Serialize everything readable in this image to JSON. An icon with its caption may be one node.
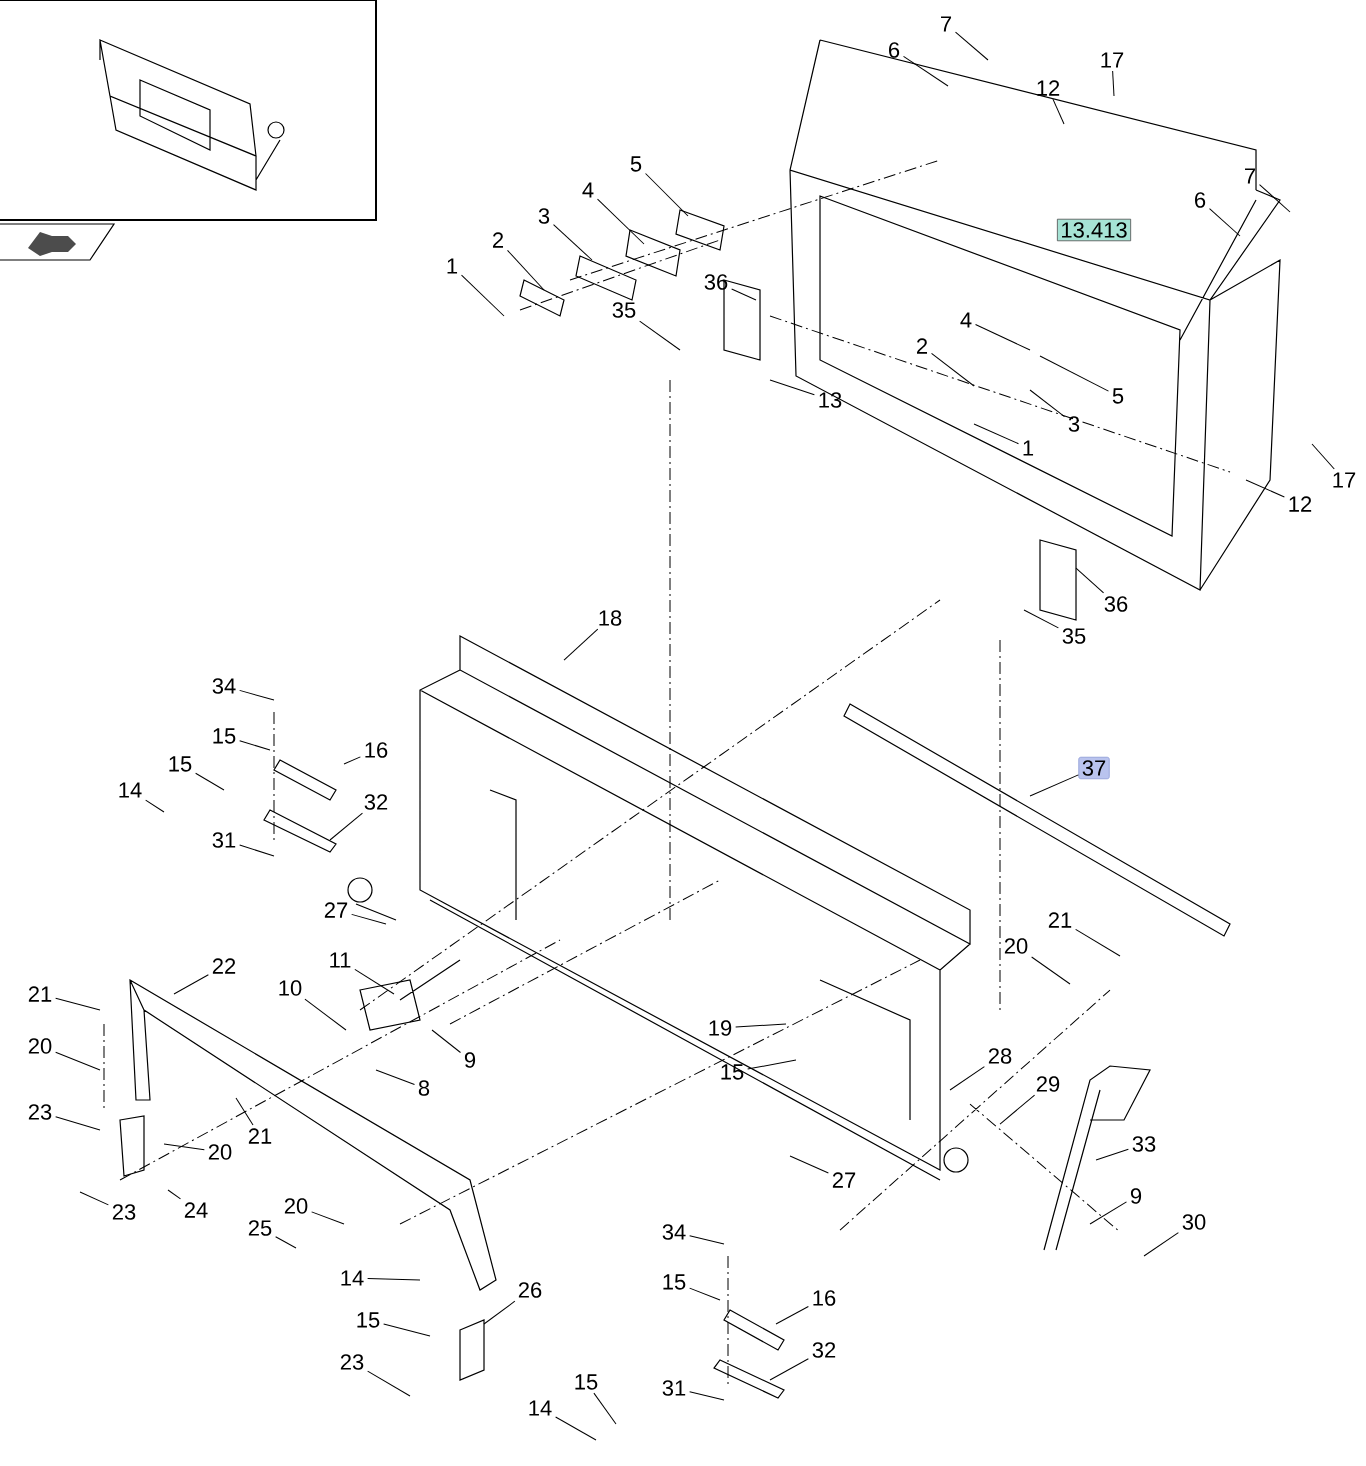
{
  "diagram": {
    "nodes": [
      {
        "text": [
          "7"
        ]
      },
      {
        "text": [
          "6"
        ]
      },
      {
        "text": [
          "17"
        ]
      },
      {
        "text": [
          "12"
        ]
      },
      {
        "text": [
          "5"
        ]
      },
      {
        "text": [
          "7"
        ]
      },
      {
        "text": [
          "6"
        ]
      },
      {
        "text": [
          "4"
        ]
      },
      {
        "text": [
          "3"
        ]
      },
      {
        "text": [
          "13.413"
        ]
      },
      {
        "text": [
          "2"
        ]
      },
      {
        "text": [
          "1"
        ]
      },
      {
        "text": [
          "36"
        ]
      },
      {
        "text": [
          "35"
        ]
      },
      {
        "text": [
          "4"
        ]
      },
      {
        "text": [
          "2"
        ]
      },
      {
        "text": [
          "5"
        ]
      },
      {
        "text": [
          "13"
        ]
      },
      {
        "text": [
          "3"
        ]
      },
      {
        "text": [
          "1"
        ]
      },
      {
        "text": [
          "17"
        ]
      },
      {
        "text": [
          "12"
        ]
      },
      {
        "text": [
          "36"
        ]
      },
      {
        "text": [
          "18"
        ]
      },
      {
        "text": [
          "35"
        ]
      },
      {
        "text": [
          "34"
        ]
      },
      {
        "text": [
          "15"
        ]
      },
      {
        "text": [
          "16"
        ]
      },
      {
        "text": [
          "37"
        ]
      },
      {
        "text": [
          "15"
        ]
      },
      {
        "text": [
          "14"
        ]
      },
      {
        "text": [
          "32"
        ]
      },
      {
        "text": [
          "31"
        ]
      },
      {
        "text": [
          "27"
        ]
      },
      {
        "text": [
          "21"
        ]
      },
      {
        "text": [
          "20"
        ]
      },
      {
        "text": [
          "11"
        ]
      },
      {
        "text": [
          "22"
        ]
      },
      {
        "text": [
          "10"
        ]
      },
      {
        "text": [
          "21"
        ]
      },
      {
        "text": [
          "19"
        ]
      },
      {
        "text": [
          "20"
        ]
      },
      {
        "text": [
          "28"
        ]
      },
      {
        "text": [
          "9"
        ]
      },
      {
        "text": [
          "15"
        ]
      },
      {
        "text": [
          "29"
        ]
      },
      {
        "text": [
          "8"
        ]
      },
      {
        "text": [
          "23"
        ]
      },
      {
        "text": [
          "21"
        ]
      },
      {
        "text": [
          "33"
        ]
      },
      {
        "text": [
          "20"
        ]
      },
      {
        "text": [
          "27"
        ]
      },
      {
        "text": [
          "9"
        ]
      },
      {
        "text": [
          "23"
        ]
      },
      {
        "text": [
          "24"
        ]
      },
      {
        "text": [
          "20"
        ]
      },
      {
        "text": [
          "30"
        ]
      },
      {
        "text": [
          "25"
        ]
      },
      {
        "text": [
          "34"
        ]
      },
      {
        "text": [
          "14"
        ]
      },
      {
        "text": [
          "15"
        ]
      },
      {
        "text": [
          "26"
        ]
      },
      {
        "text": [
          "16"
        ]
      },
      {
        "text": [
          "15"
        ]
      },
      {
        "text": [
          "32"
        ]
      },
      {
        "text": [
          "23"
        ]
      },
      {
        "text": [
          "15"
        ]
      },
      {
        "text": [
          "31"
        ]
      },
      {
        "text": [
          "14"
        ]
      }
    ],
    "edges": [
      {
        "from": 0,
        "to": null,
        "arrow": "none"
      },
      {
        "from": 1,
        "to": null,
        "arrow": "none"
      },
      {
        "from": 2,
        "to": null,
        "arrow": "none"
      },
      {
        "from": 3,
        "to": null,
        "arrow": "none"
      },
      {
        "from": 4,
        "to": null,
        "arrow": "none"
      },
      {
        "from": 5,
        "to": null,
        "arrow": "none"
      },
      {
        "from": 6,
        "to": null,
        "arrow": "none"
      },
      {
        "from": 7,
        "to": null,
        "arrow": "none"
      },
      {
        "from": 8,
        "to": null,
        "arrow": "none"
      },
      {
        "from": 10,
        "to": null,
        "arrow": "none"
      },
      {
        "from": 11,
        "to": null,
        "arrow": "none"
      },
      {
        "from": 12,
        "to": null,
        "arrow": "none"
      },
      {
        "from": 13,
        "to": null,
        "arrow": "none"
      },
      {
        "from": 14,
        "to": null,
        "arrow": "none"
      },
      {
        "from": 15,
        "to": null,
        "arrow": "none"
      },
      {
        "from": 16,
        "to": null,
        "arrow": "none"
      },
      {
        "from": 17,
        "to": null,
        "arrow": "none"
      },
      {
        "from": 18,
        "to": null,
        "arrow": "none"
      },
      {
        "from": 19,
        "to": null,
        "arrow": "none"
      },
      {
        "from": 20,
        "to": null,
        "arrow": "none"
      },
      {
        "from": 21,
        "to": null,
        "arrow": "none"
      },
      {
        "from": 22,
        "to": null,
        "arrow": "none"
      },
      {
        "from": 23,
        "to": null,
        "arrow": "none"
      },
      {
        "from": 24,
        "to": null,
        "arrow": "none"
      },
      {
        "from": 25,
        "to": null,
        "arrow": "none"
      },
      {
        "from": 26,
        "to": null,
        "arrow": "none"
      },
      {
        "from": 27,
        "to": null,
        "arrow": "none"
      },
      {
        "from": 28,
        "to": null,
        "arrow": "none"
      },
      {
        "from": 29,
        "to": null,
        "arrow": "none"
      },
      {
        "from": 30,
        "to": null,
        "arrow": "none"
      },
      {
        "from": 31,
        "to": null,
        "arrow": "none"
      },
      {
        "from": 32,
        "to": null,
        "arrow": "none"
      },
      {
        "from": 33,
        "to": null,
        "arrow": "none"
      },
      {
        "from": 34,
        "to": null,
        "arrow": "none"
      },
      {
        "from": 35,
        "to": null,
        "arrow": "none"
      },
      {
        "from": 36,
        "to": null,
        "arrow": "none"
      },
      {
        "from": 37,
        "to": null,
        "arrow": "none"
      },
      {
        "from": 38,
        "to": null,
        "arrow": "none"
      },
      {
        "from": 39,
        "to": null,
        "arrow": "none"
      },
      {
        "from": 40,
        "to": null,
        "arrow": "none"
      },
      {
        "from": 41,
        "to": null,
        "arrow": "none"
      },
      {
        "from": 42,
        "to": null,
        "arrow": "none"
      },
      {
        "from": 43,
        "to": null,
        "arrow": "none"
      },
      {
        "from": 44,
        "to": null,
        "arrow": "none"
      },
      {
        "from": 45,
        "to": null,
        "arrow": "none"
      },
      {
        "from": 46,
        "to": null,
        "arrow": "none"
      },
      {
        "from": 47,
        "to": null,
        "arrow": "none"
      },
      {
        "from": 48,
        "to": null,
        "arrow": "none"
      },
      {
        "from": 49,
        "to": null,
        "arrow": "none"
      },
      {
        "from": 50,
        "to": null,
        "arrow": "none"
      },
      {
        "from": 51,
        "to": null,
        "arrow": "none"
      },
      {
        "from": 52,
        "to": null,
        "arrow": "none"
      },
      {
        "from": 53,
        "to": null,
        "arrow": "none"
      },
      {
        "from": 54,
        "to": null,
        "arrow": "none"
      },
      {
        "from": 55,
        "to": null,
        "arrow": "none"
      },
      {
        "from": 56,
        "to": null,
        "arrow": "none"
      },
      {
        "from": 57,
        "to": null,
        "arrow": "none"
      },
      {
        "from": 58,
        "to": null,
        "arrow": "none"
      },
      {
        "from": 59,
        "to": null,
        "arrow": "none"
      },
      {
        "from": 60,
        "to": null,
        "arrow": "none"
      },
      {
        "from": 61,
        "to": null,
        "arrow": "none"
      },
      {
        "from": 62,
        "to": null,
        "arrow": "none"
      },
      {
        "from": 63,
        "to": null,
        "arrow": "none"
      },
      {
        "from": 64,
        "to": null,
        "arrow": "none"
      },
      {
        "from": 65,
        "to": null,
        "arrow": "none"
      },
      {
        "from": 66,
        "to": null,
        "arrow": "none"
      },
      {
        "from": 67,
        "to": null,
        "arrow": "none"
      },
      {
        "from": 68,
        "to": null,
        "arrow": "none"
      }
    ]
  }
}
